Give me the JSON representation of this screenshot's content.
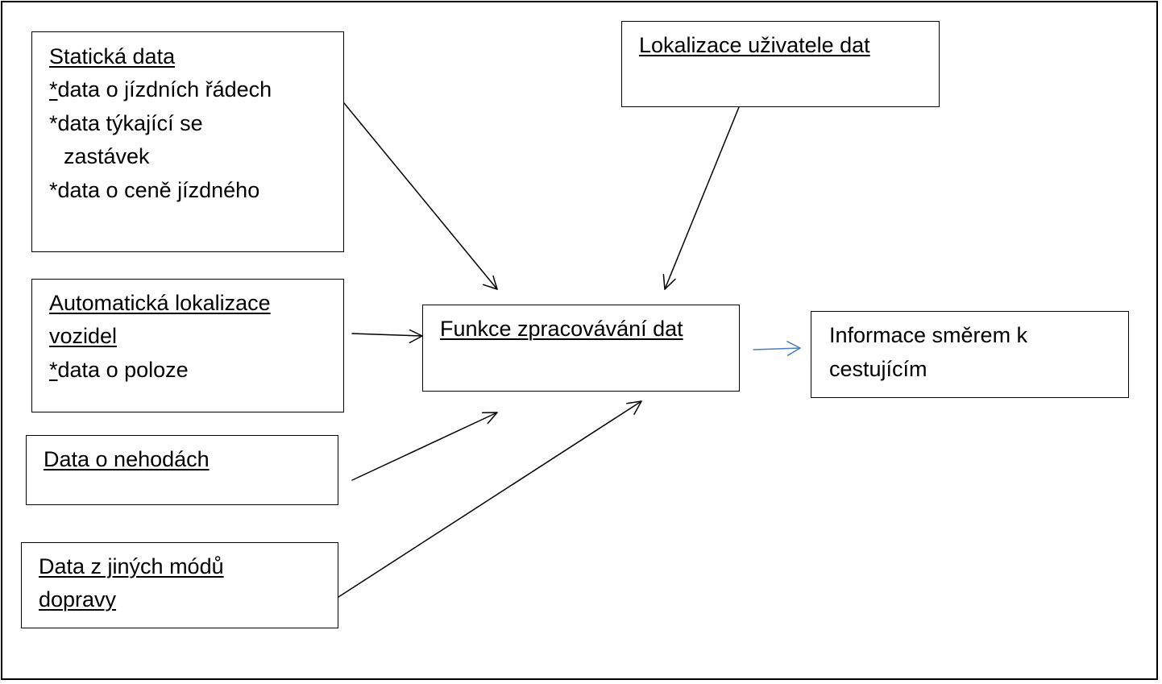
{
  "diagram": {
    "static_data": {
      "title": "Statická data",
      "item1_star": "*",
      "item1": "data o jízdních řádech",
      "item2": "*data týkající se",
      "item2_cont": "zastávek",
      "item3": "*data o ceně jízdného"
    },
    "user_location": {
      "title": "Lokalizace uživatele dat"
    },
    "avl": {
      "title_line1": "Automatická lokalizace",
      "title_line2": "vozidel",
      "item_star": "*",
      "item": "data o poloze"
    },
    "processing": {
      "title": "Funkce zpracovávání dat"
    },
    "passenger_info": {
      "line1": "Informace směrem k",
      "line2": "cestujícím"
    },
    "accidents": {
      "title": "Data o nehodách"
    },
    "other_modes": {
      "line1": "Data z jiných módů",
      "line2": "dopravy"
    },
    "colors": {
      "line": "#000000",
      "output_arrow": "#4a7ebb"
    }
  }
}
